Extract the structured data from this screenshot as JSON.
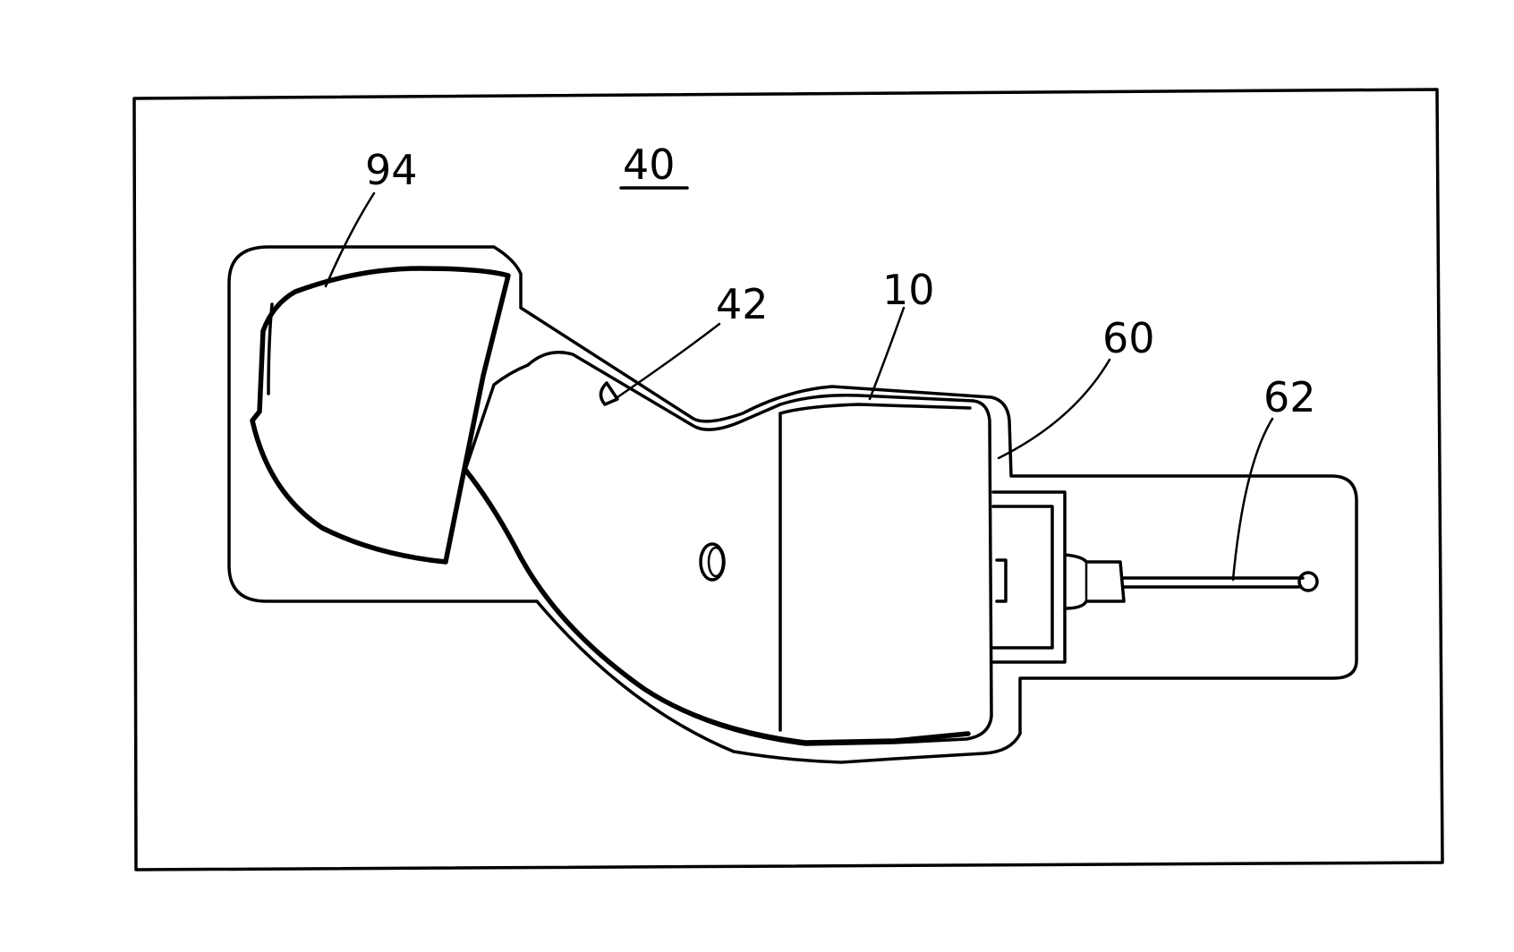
{
  "figure": {
    "tray_label": "40",
    "labels": {
      "cap": "94",
      "notch": "42",
      "body": "10",
      "gap": "60",
      "needle": "62"
    }
  }
}
